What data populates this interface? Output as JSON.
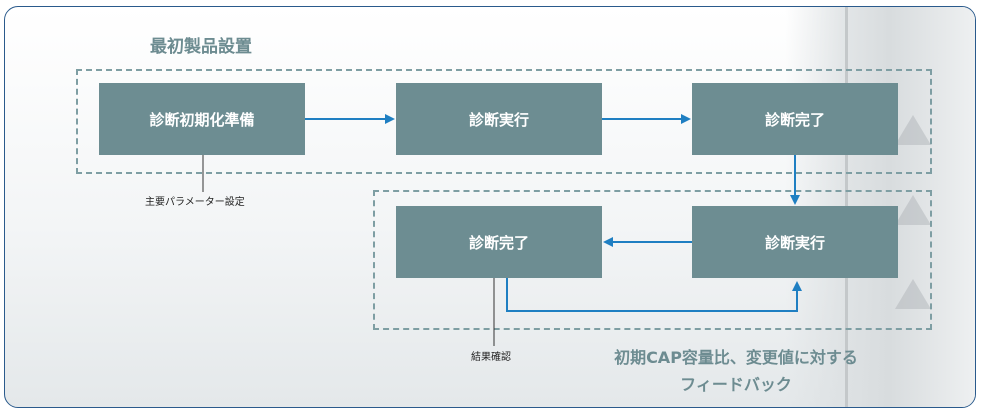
{
  "diagram": {
    "group_title": "最初製品設置",
    "top_row": {
      "box1": "診断初期化準備",
      "box2": "診断実行",
      "box3": "診断完了"
    },
    "bottom_row": {
      "box_left": "診断完了",
      "box_right": "診断実行"
    },
    "notes": {
      "params": "主要パラメーター設定",
      "result": "結果確認"
    },
    "caption": {
      "line1": "初期CAP容量比、変更値に対する",
      "line2": "フィードバック"
    },
    "colors": {
      "box_fill": "#6d8d92",
      "arrow": "#1f7fc2",
      "dashed_border": "#7e9ea3",
      "accent_text": "#6d8c91"
    }
  }
}
